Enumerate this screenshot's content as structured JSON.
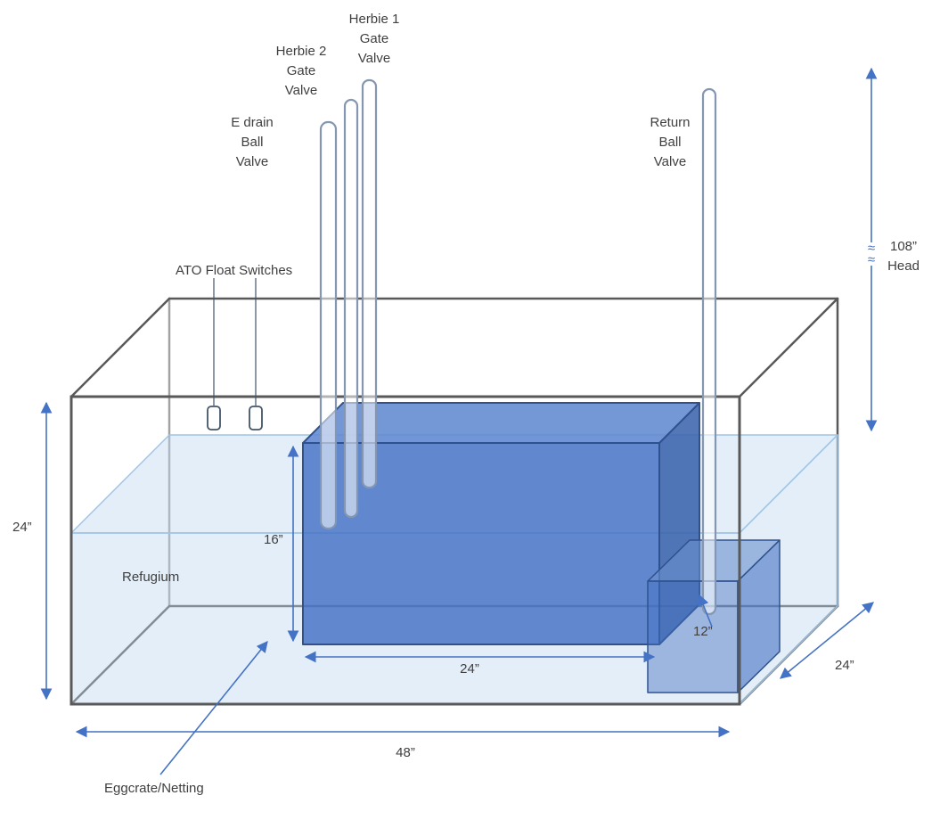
{
  "labels": {
    "herbie1": [
      "Herbie 1",
      "Gate",
      "Valve"
    ],
    "herbie2": [
      "Herbie 2",
      "Gate",
      "Valve"
    ],
    "edrain": [
      "E drain",
      "Ball",
      "Valve"
    ],
    "return_valve": [
      "Return",
      "Ball",
      "Valve"
    ],
    "ato": "ATO Float Switches",
    "refugium": "Refugium",
    "eggcrate": "Eggcrate/Netting"
  },
  "dimensions": {
    "tank_height": "24”",
    "inner_box_height": "16”",
    "inner_box_width": "24”",
    "small_box_depth": "12”",
    "tank_depth": "24”",
    "tank_length": "48”",
    "head": [
      "108”",
      "Head"
    ],
    "head_break": "≈\n≈"
  },
  "colors": {
    "frame": "#595959",
    "water": "#bdd7ee",
    "box": "#4472c4",
    "box_edge": "#2f528f",
    "pipe": "#8496b0",
    "dimension": "#4472c4",
    "text": "#3f3f3f"
  }
}
